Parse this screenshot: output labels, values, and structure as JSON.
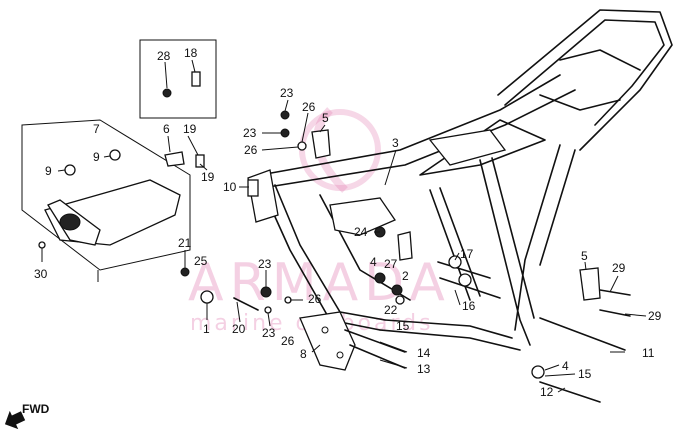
{
  "callouts": [
    {
      "id": "c28",
      "text": "28"
    },
    {
      "id": "c18",
      "text": "18"
    },
    {
      "id": "c23a",
      "text": "23"
    },
    {
      "id": "c26a",
      "text": "26"
    },
    {
      "id": "c23b",
      "text": "23"
    },
    {
      "id": "c5a",
      "text": "5"
    },
    {
      "id": "c26b",
      "text": "26"
    },
    {
      "id": "c3",
      "text": "3"
    },
    {
      "id": "c6",
      "text": "6"
    },
    {
      "id": "c19a",
      "text": "19"
    },
    {
      "id": "c19b",
      "text": "19"
    },
    {
      "id": "c7",
      "text": "7"
    },
    {
      "id": "c9a",
      "text": "9"
    },
    {
      "id": "c9b",
      "text": "9"
    },
    {
      "id": "c10",
      "text": "10"
    },
    {
      "id": "c24",
      "text": "24"
    },
    {
      "id": "c21",
      "text": "21"
    },
    {
      "id": "c25",
      "text": "25"
    },
    {
      "id": "c30",
      "text": "30"
    },
    {
      "id": "c23c",
      "text": "23"
    },
    {
      "id": "c4a",
      "text": "4"
    },
    {
      "id": "c27",
      "text": "27"
    },
    {
      "id": "c2",
      "text": "2"
    },
    {
      "id": "c17",
      "text": "17"
    },
    {
      "id": "c16",
      "text": "16"
    },
    {
      "id": "c22",
      "text": "22"
    },
    {
      "id": "c15a",
      "text": "15"
    },
    {
      "id": "c26c",
      "text": "26"
    },
    {
      "id": "c23d",
      "text": "23"
    },
    {
      "id": "c1",
      "text": "1"
    },
    {
      "id": "c20",
      "text": "20"
    },
    {
      "id": "c26d",
      "text": "26"
    },
    {
      "id": "c8",
      "text": "8"
    },
    {
      "id": "c14",
      "text": "14"
    },
    {
      "id": "c13",
      "text": "13"
    },
    {
      "id": "c5b",
      "text": "5"
    },
    {
      "id": "c29a",
      "text": "29"
    },
    {
      "id": "c29b",
      "text": "29"
    },
    {
      "id": "c11",
      "text": "11"
    },
    {
      "id": "c4b",
      "text": "4"
    },
    {
      "id": "c15b",
      "text": "15"
    },
    {
      "id": "c12",
      "text": "12"
    }
  ],
  "watermark": {
    "brand": "ARMADA",
    "tagline": "marine outboards"
  },
  "fwd_label": "FWD",
  "colors": {
    "watermark": "#e07ab0",
    "ink": "#111111"
  }
}
